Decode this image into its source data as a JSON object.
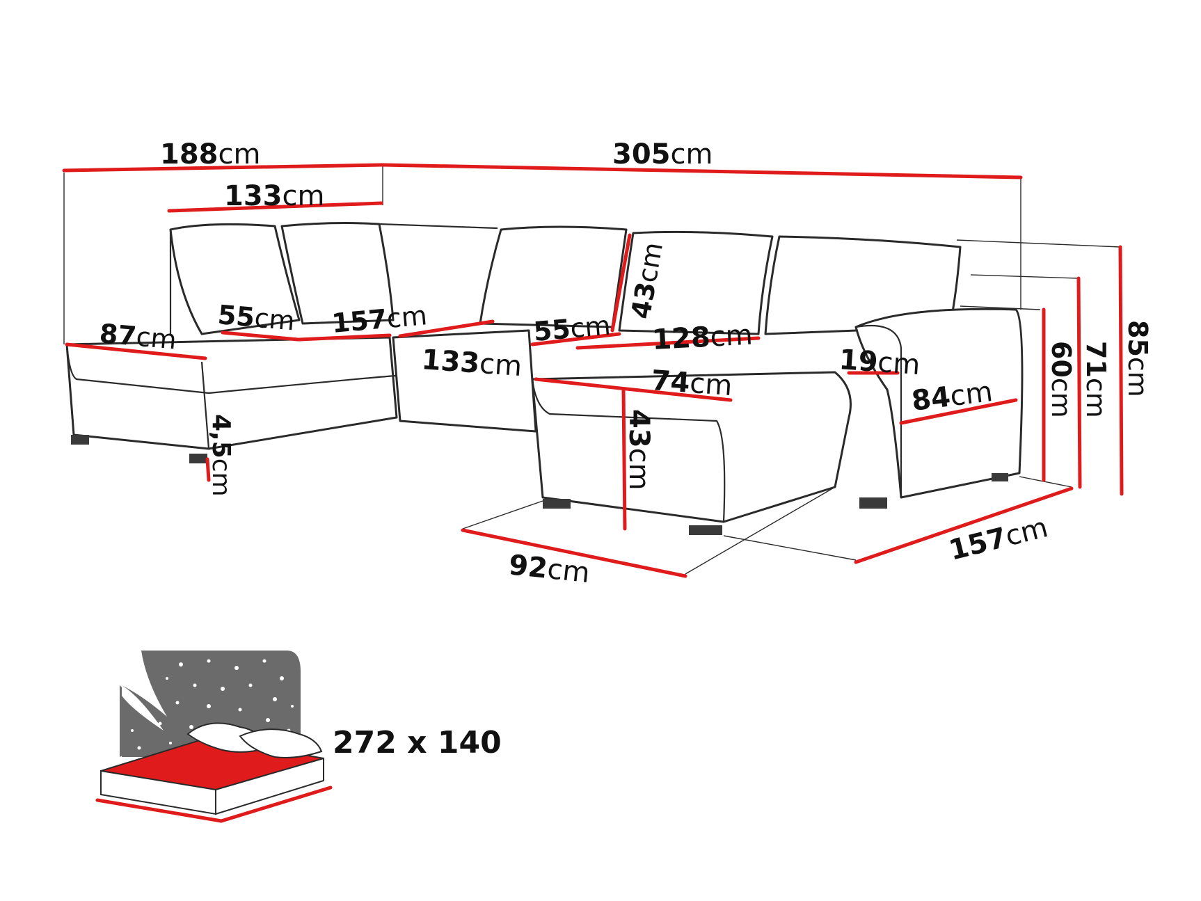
{
  "dimensions": {
    "total_width_left": {
      "value": "188",
      "unit": "cm"
    },
    "total_width_main": {
      "value": "305",
      "unit": "cm"
    },
    "left_back_width": {
      "value": "133",
      "unit": "cm"
    },
    "left_seat_depth": {
      "value": "87",
      "unit": "cm"
    },
    "left_cushion": {
      "value": "55",
      "unit": "cm"
    },
    "middle_seat": {
      "value": "157",
      "unit": "cm"
    },
    "middle_front": {
      "value": "133",
      "unit": "cm"
    },
    "right_cushion": {
      "value": "55",
      "unit": "cm"
    },
    "back_cushion_height": {
      "value": "43",
      "unit": "cm"
    },
    "right_seat": {
      "value": "128",
      "unit": "cm"
    },
    "ottoman_depth": {
      "value": "74",
      "unit": "cm"
    },
    "armrest_width": {
      "value": "19",
      "unit": "cm"
    },
    "armrest_depth": {
      "value": "84",
      "unit": "cm"
    },
    "seat_height": {
      "value": "43",
      "unit": "cm"
    },
    "leg_height": {
      "value": "4,5",
      "unit": "cm"
    },
    "armrest_height": {
      "value": "60",
      "unit": "cm"
    },
    "mid_height": {
      "value": "71",
      "unit": "cm"
    },
    "total_height": {
      "value": "85",
      "unit": "cm"
    },
    "ottoman_width": {
      "value": "92",
      "unit": "cm"
    },
    "total_depth": {
      "value": "157",
      "unit": "cm"
    }
  },
  "bed": {
    "size_label": "272 x 140",
    "icon": "bed-function-icon",
    "colors": {
      "mattress": "#e01b1b",
      "night_sky": "#6b6b6b"
    }
  },
  "colors": {
    "dimension_line": "#e01b1b",
    "outline": "#2a2a2a"
  }
}
